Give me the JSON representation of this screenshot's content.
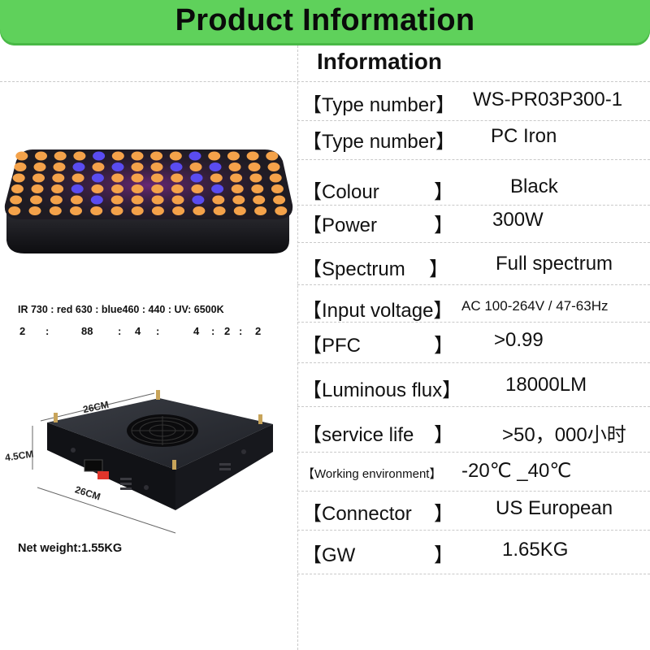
{
  "banner": {
    "title": "Product Information"
  },
  "info": {
    "heading": "Information",
    "rows": [
      {
        "label": "【Type number】",
        "value": "WS-PR03P300-1"
      },
      {
        "label": "【Type number】",
        "value": "PC Iron"
      },
      {
        "label": "【Colour",
        "bracket": "】",
        "value": "Black"
      },
      {
        "label": "【Power",
        "bracket": "】",
        "value": "300W"
      },
      {
        "label": "【Spectrum",
        "bracket": "】",
        "value": "Full spectrum"
      },
      {
        "label": "【Input voltage】",
        "value": "AC 100-264V / 47-63Hz"
      },
      {
        "label": "【PFC",
        "bracket": "】",
        "value": ">0.99"
      },
      {
        "label": "【Luminous flux】",
        "value": "18000LM"
      },
      {
        "label": "【service life",
        "bracket": "】",
        "value": ">50，000小时"
      },
      {
        "label": "【Working environment】",
        "value": "-20℃ _40℃"
      },
      {
        "label": "【Connector",
        "bracket": "】",
        "value": "US  European"
      },
      {
        "label": "【GW",
        "bracket": "】",
        "value": "1.65KG"
      }
    ]
  },
  "left": {
    "spectrum_text": "IR 730 : red 630 :  blue460 : 440 : UV: 6500K",
    "ratio": [
      "2",
      ":",
      "88",
      ":",
      "4",
      ":",
      "4",
      ":",
      "2",
      ":",
      "2"
    ],
    "dimensions": {
      "top": "26CM",
      "side": "4.5CM",
      "bottom": "26CM"
    },
    "net_weight": "Net weight:1.55KG"
  },
  "colors": {
    "banner": "#5fd15b",
    "led_orange": "#f4a24a",
    "led_blue": "#5a4cf0",
    "housing": "#1b1b1f"
  },
  "icons": [
    "led-grow-light",
    "fan-icon",
    "power-switch-icon"
  ]
}
